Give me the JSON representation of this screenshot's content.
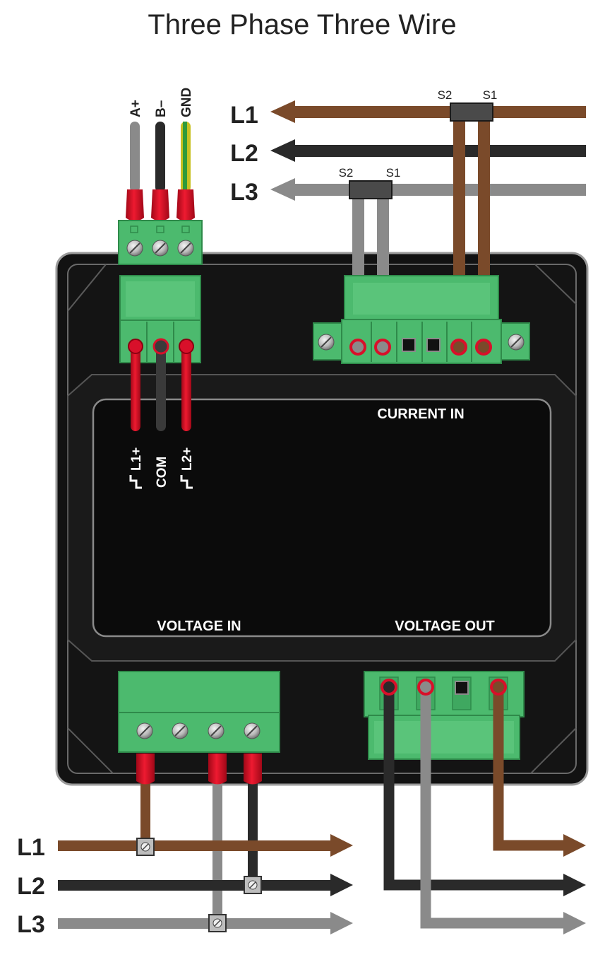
{
  "title": "Three Phase Three Wire",
  "colors": {
    "l1": "#7a4a2a",
    "l2": "#2a2a2a",
    "l3": "#8a8a8a",
    "terminal": "#4cba6e",
    "terminal_dark": "#3a9a58",
    "ferrule": "#d8102a",
    "meter_body": "#111111"
  },
  "comm_terminal": {
    "labels": [
      "A+",
      "B–",
      "GND"
    ]
  },
  "lines_top": {
    "l1": "L1",
    "l2": "L2",
    "l3": "L3"
  },
  "ct_top": {
    "s2": "S2",
    "s1": "S1"
  },
  "ct_mid": {
    "s2": "S2",
    "s1": "S1"
  },
  "pulse_labels": [
    "L1+",
    "COM",
    "L2+"
  ],
  "sections": {
    "current_in": "CURRENT IN",
    "voltage_in": "VOLTAGE IN",
    "voltage_out": "VOLTAGE OUT"
  },
  "lines_bottom": {
    "l1": "L1",
    "l2": "L2",
    "l3": "L3"
  }
}
